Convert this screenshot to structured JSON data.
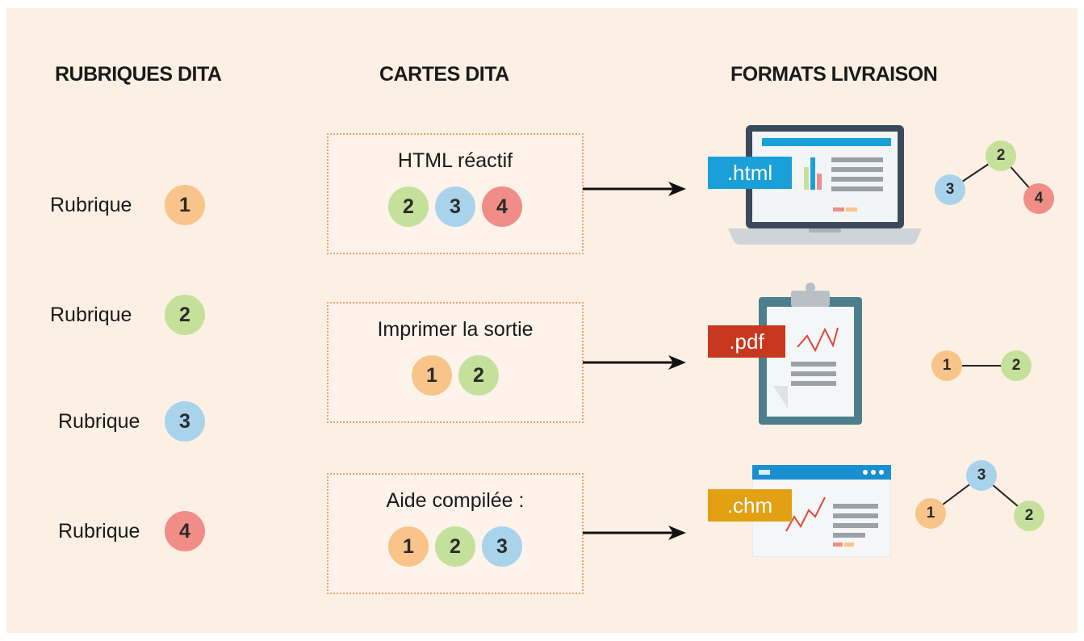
{
  "headers": {
    "rubriques": "RUBRIQUES DITA",
    "cartes": "CARTES DITA",
    "formats": "FORMATS LIVRAISON"
  },
  "rubriques": [
    {
      "label": "Rubrique",
      "num": "1",
      "color": "#f9c48a"
    },
    {
      "label": "Rubrique",
      "num": "2",
      "color": "#c5e09b"
    },
    {
      "label": "Rubrique",
      "num": "3",
      "color": "#a9d3ea"
    },
    {
      "label": "Rubrique",
      "num": "4",
      "color": "#f08d86"
    }
  ],
  "cards": [
    {
      "title": "HTML réactif",
      "circles": [
        "2",
        "3",
        "4"
      ]
    },
    {
      "title": "Imprimer la sortie",
      "circles": [
        "1",
        "2"
      ]
    },
    {
      "title": "Aide compilée :",
      "circles": [
        "1",
        "2",
        "3"
      ]
    }
  ],
  "formats": [
    {
      "label": ".html",
      "label_color": "#1aa0d8",
      "icon": "laptop-icon"
    },
    {
      "label": ".pdf",
      "label_color": "#c8381e",
      "icon": "clipboard-icon"
    },
    {
      "label": ".chm",
      "label_color": "#e3a012",
      "icon": "browser-window-icon"
    }
  ],
  "trees": [
    {
      "root": "2",
      "left": "3",
      "right": "4"
    },
    {
      "left": "1",
      "right": "2"
    },
    {
      "root": "3",
      "left": "1",
      "right": "2"
    }
  ]
}
